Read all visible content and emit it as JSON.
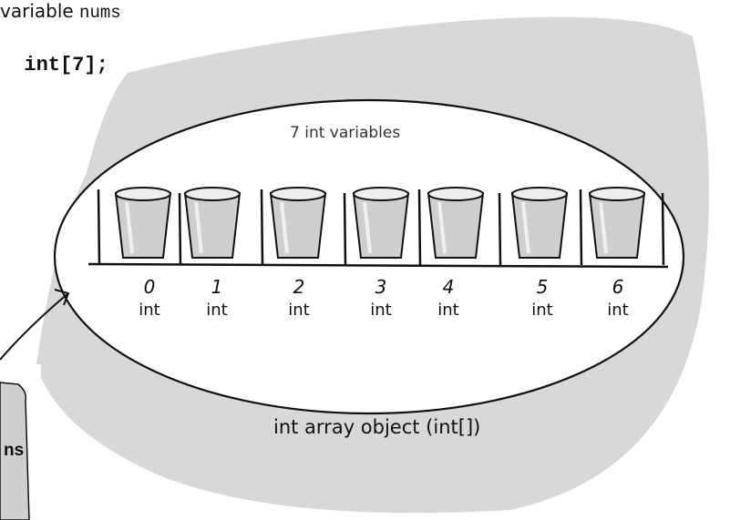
{
  "code": {
    "line1_word": "variable",
    "line1_var": "nums",
    "line2": "int[7];"
  },
  "diagram": {
    "group_label": "7 int variables",
    "indices": [
      "0",
      "1",
      "2",
      "3",
      "4",
      "5",
      "6"
    ],
    "type_label": "int",
    "caption": "int array object (int[])",
    "reference_label": "ns",
    "background_color": "#d8d8d8",
    "ellipse_fill": "#ffffff",
    "cup_fill": "#cfcfcf"
  }
}
